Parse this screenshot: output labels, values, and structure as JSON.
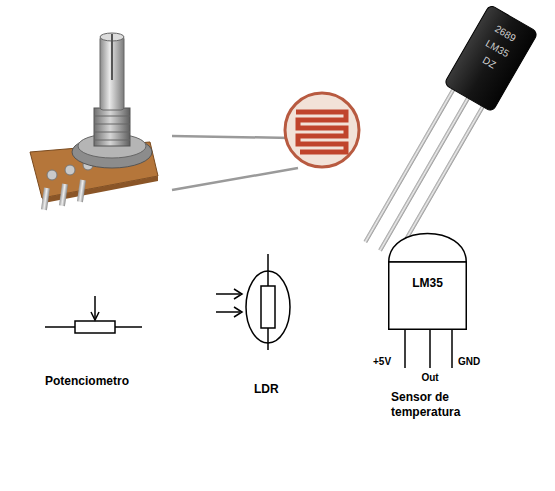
{
  "diagram": {
    "nodes": [
      {
        "text": [
          "LM35"
        ]
      }
    ],
    "labels": [
      "Potenciometro",
      "LDR",
      "+5V",
      "Out",
      "GND",
      "Sensor de temperatura",
      "2689",
      "LM35",
      "DZ"
    ]
  }
}
